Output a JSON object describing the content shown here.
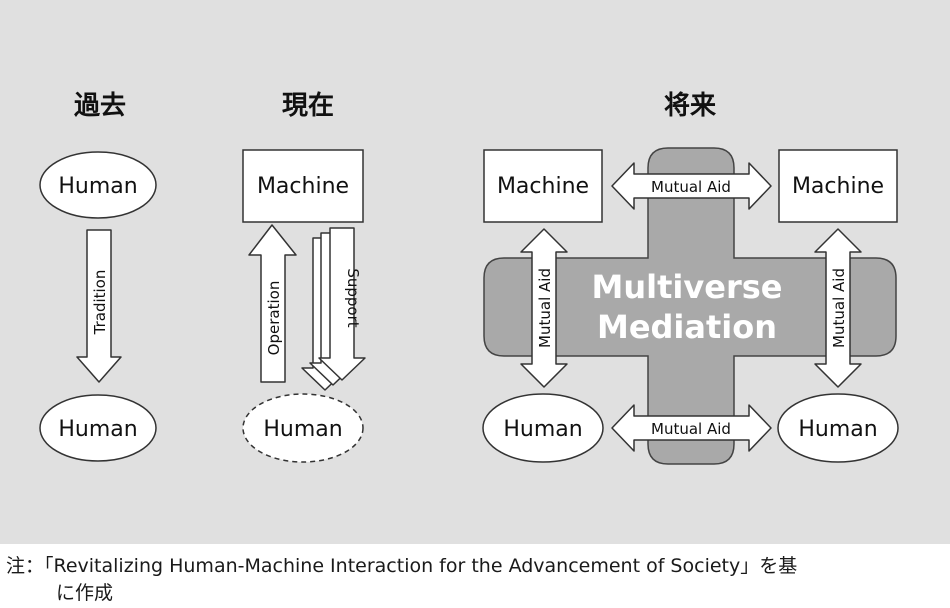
{
  "colors": {
    "background": "#e0e0e0",
    "mediation_fill": "#a9a9a9",
    "stroke": "#333333",
    "node_fill": "#ffffff",
    "mediation_text": "#ffffff"
  },
  "panels": {
    "past": {
      "heading": "過去",
      "top_node": "Human",
      "bottom_node": "Human",
      "arrow_label": "Tradition"
    },
    "present": {
      "heading": "現在",
      "top_node": "Machine",
      "bottom_node": "Human",
      "up_arrow_label": "Operation",
      "down_arrow_label": "Support"
    },
    "future": {
      "heading": "将来",
      "machine_left": "Machine",
      "machine_right": "Machine",
      "human_left": "Human",
      "human_right": "Human",
      "mediation_line1": "Multiverse",
      "mediation_line2": "Mediation",
      "aid_top": "Mutual Aid",
      "aid_bottom": "Mutual Aid",
      "aid_left": "Mutual Aid",
      "aid_right": "Mutual Aid"
    }
  },
  "note": {
    "line1": "注：「Revitalizing Human-Machine Interaction for the Advancement of Society」を基",
    "line2": "に作成"
  }
}
